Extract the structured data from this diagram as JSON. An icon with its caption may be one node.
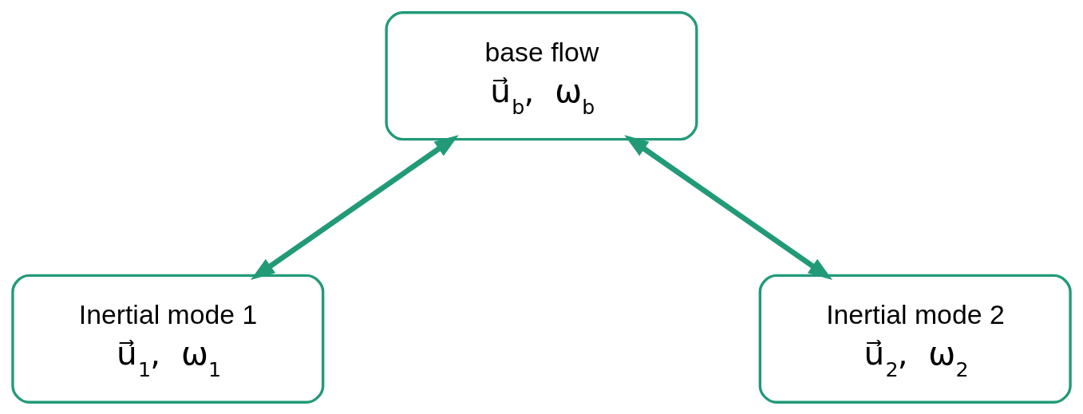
{
  "diagram": {
    "nodes": [
      {
        "text": [
          "base flow",
          "u⃗$_{b}$,  ω$_{b}$"
        ]
      },
      {
        "text": [
          "Inertial mode 1",
          "u⃗$_{1}$,  ω$_{1}$"
        ]
      },
      {
        "text": [
          "Inertial mode 2",
          "u⃗$_{2}$,  ω$_{2}$"
        ]
      }
    ],
    "edges": [
      {
        "from": 0,
        "to": 1,
        "arrow": "both"
      },
      {
        "from": 0,
        "to": 2,
        "arrow": "both"
      }
    ]
  }
}
